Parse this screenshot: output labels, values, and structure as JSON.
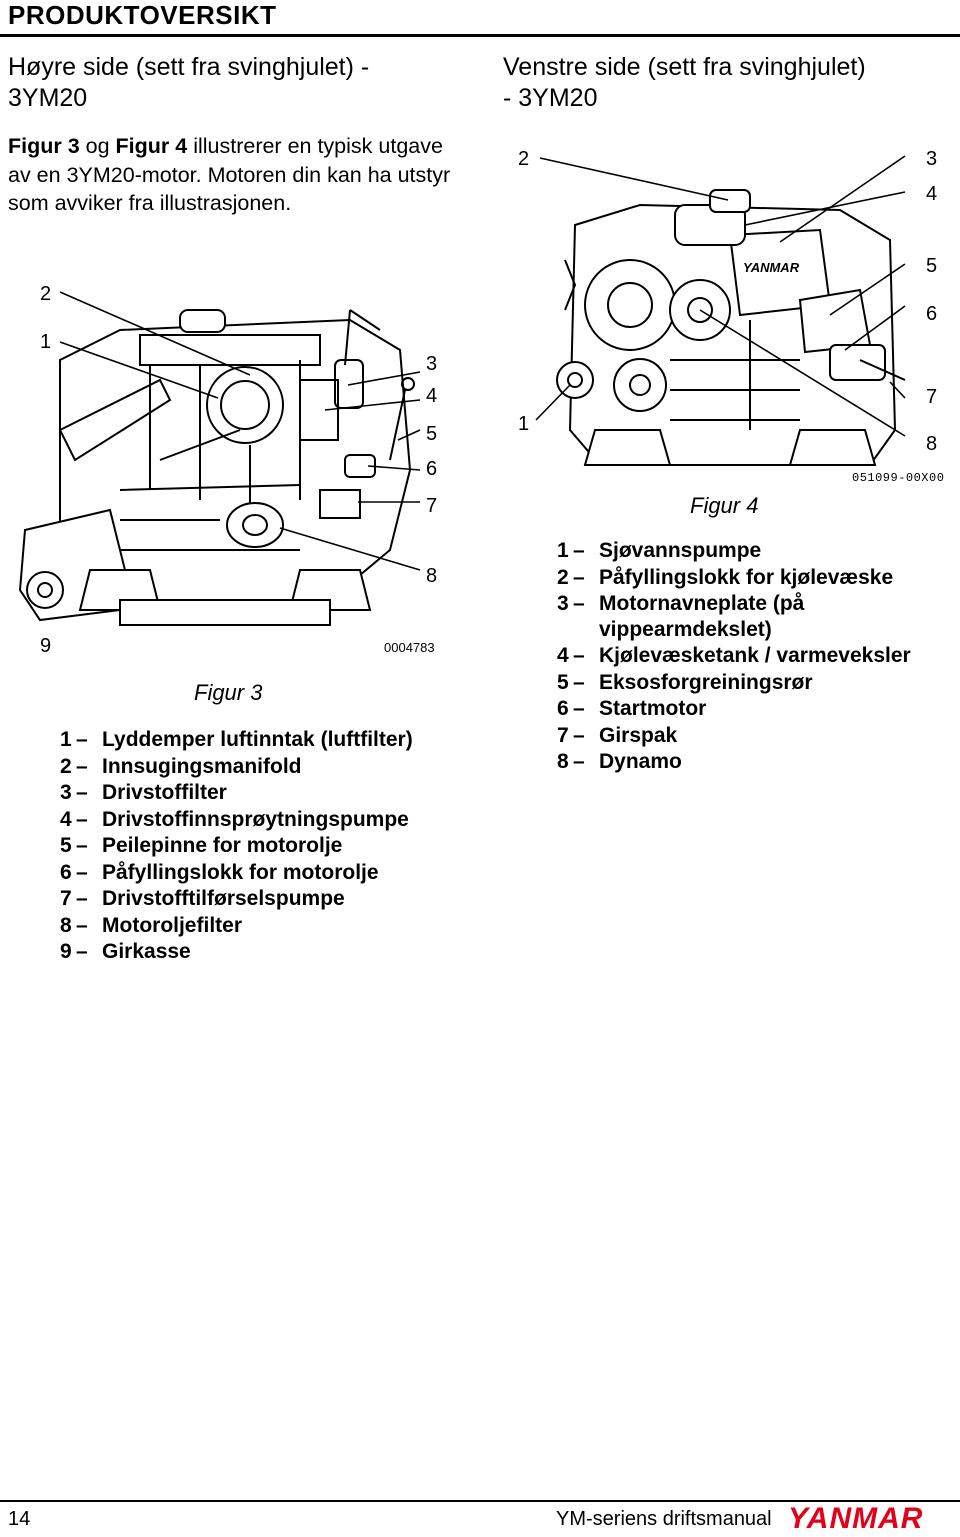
{
  "header": {
    "title": "PRODUKTOVERSIKT"
  },
  "left": {
    "heading_line1": "Høyre side (sett fra svinghjulet) -",
    "heading_line2": "3YM20",
    "intro": {
      "fig3": "Figur 3",
      "og": " og ",
      "fig4": "Figur 4",
      "rest": " illustrerer en typisk utgave av en 3YM20-motor. Motoren din kan ha utstyr som avviker fra illustrasjonen."
    },
    "figure": {
      "caption": "Figur 3",
      "code": "0004783",
      "callouts": [
        "1",
        "2",
        "3",
        "4",
        "5",
        "6",
        "7",
        "8",
        "9"
      ]
    },
    "legend": [
      {
        "num": "1",
        "label": "Lyddemper luftinntak (luftfilter)"
      },
      {
        "num": "2",
        "label": "Innsugingsmanifold"
      },
      {
        "num": "3",
        "label": "Drivstoffilter"
      },
      {
        "num": "4",
        "label": "Drivstoffinnsprøytningspumpe"
      },
      {
        "num": "5",
        "label": "Peilepinne for motorolje"
      },
      {
        "num": "6",
        "label": "Påfyllingslokk for motorolje"
      },
      {
        "num": "7",
        "label": "Drivstofftilførselspumpe"
      },
      {
        "num": "8",
        "label": "Motoroljefilter"
      },
      {
        "num": "9",
        "label": "Girkasse"
      }
    ]
  },
  "right": {
    "heading_line1": "Venstre side (sett fra svinghjulet)",
    "heading_line2": "- 3YM20",
    "figure": {
      "caption": "Figur 4",
      "code": "051099-00X00",
      "engine_badge": "YANMAR",
      "callouts": [
        "1",
        "2",
        "3",
        "4",
        "5",
        "6",
        "7",
        "8"
      ]
    },
    "legend": [
      {
        "num": "1",
        "label": "Sjøvannspumpe"
      },
      {
        "num": "2",
        "label": "Påfyllingslokk for kjølevæske"
      },
      {
        "num": "3",
        "label": "Motornavneplate (på vippearmdekslet)"
      },
      {
        "num": "4",
        "label": "Kjølevæsketank / varmeveksler"
      },
      {
        "num": "5",
        "label": "Eksosforgreiningsrør"
      },
      {
        "num": "6",
        "label": "Startmotor"
      },
      {
        "num": "7",
        "label": "Girspak"
      },
      {
        "num": "8",
        "label": "Dynamo"
      }
    ]
  },
  "legend_dash": "–",
  "footer": {
    "page_number": "14",
    "manual_name": "YM-seriens driftsmanual",
    "brand": "YANMAR",
    "brand_color": "#e2001a"
  }
}
